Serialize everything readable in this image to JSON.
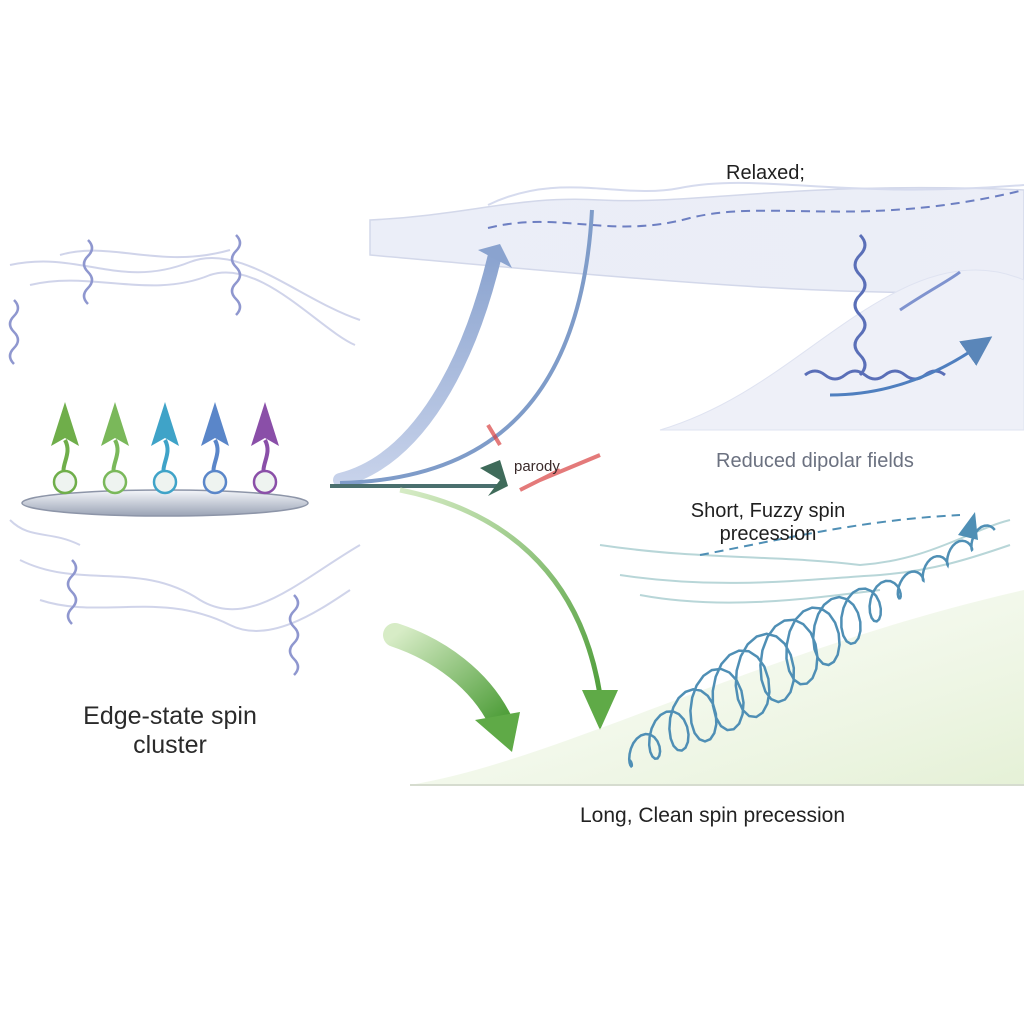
{
  "labels": {
    "cluster": "Edge-state spin cluster",
    "relaxed": "Relaxed;",
    "dipolar": "Reduced dipolar fields",
    "short": "Short, Fuzzy spin precession",
    "long": "Long, Clean spin precession",
    "parody": "parody"
  },
  "colors": {
    "spin_arrows": [
      "#6fae4a",
      "#7ab85a",
      "#3fa3c8",
      "#5a86c9",
      "#8a4fa8"
    ],
    "up_path": "#7f9cc9",
    "down_path": "#5faa47",
    "blocked_marker": "#d94141",
    "helix_top": "#5a6fb8",
    "helix_bottom": "#4f8fb5"
  },
  "icons": {
    "spins": "spin-up-arrow-icon",
    "blocked": "blocked-path-icon"
  }
}
